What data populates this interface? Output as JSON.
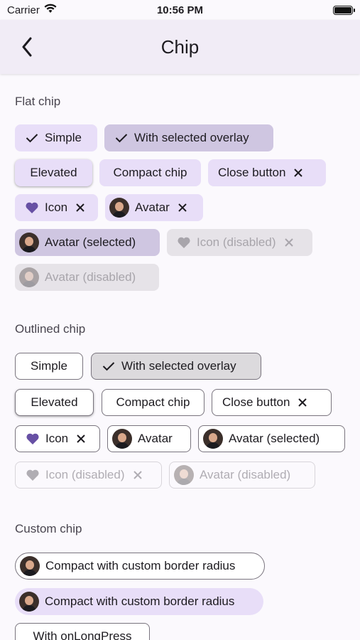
{
  "status": {
    "carrier": "Carrier",
    "time": "10:56 PM"
  },
  "appbar": {
    "title": "Chip"
  },
  "sections": {
    "flat": "Flat chip",
    "outlined": "Outlined chip",
    "custom": "Custom chip"
  },
  "flat": {
    "simple": "Simple",
    "selected_overlay": "With selected overlay",
    "elevated": "Elevated",
    "compact": "Compact chip",
    "close": "Close button",
    "icon": "Icon",
    "avatar": "Avatar",
    "avatar_selected": "Avatar (selected)",
    "icon_disabled": "Icon (disabled)",
    "avatar_disabled": "Avatar (disabled)"
  },
  "outlined": {
    "simple": "Simple",
    "selected_overlay": "With selected overlay",
    "elevated": "Elevated",
    "compact": "Compact chip",
    "close": "Close button",
    "icon": "Icon",
    "avatar": "Avatar",
    "avatar_selected": "Avatar (selected)",
    "icon_disabled": "Icon (disabled)",
    "avatar_disabled": "Avatar (disabled)"
  },
  "custom": {
    "outlined_radius": "Compact with custom border radius",
    "flat_radius": "Compact with custom border radius",
    "long_press": "With onLongPress"
  },
  "colors": {
    "accent": "#6750a4",
    "chip_bg": "#e8def8",
    "appbar_bg": "#f1ecf6"
  }
}
